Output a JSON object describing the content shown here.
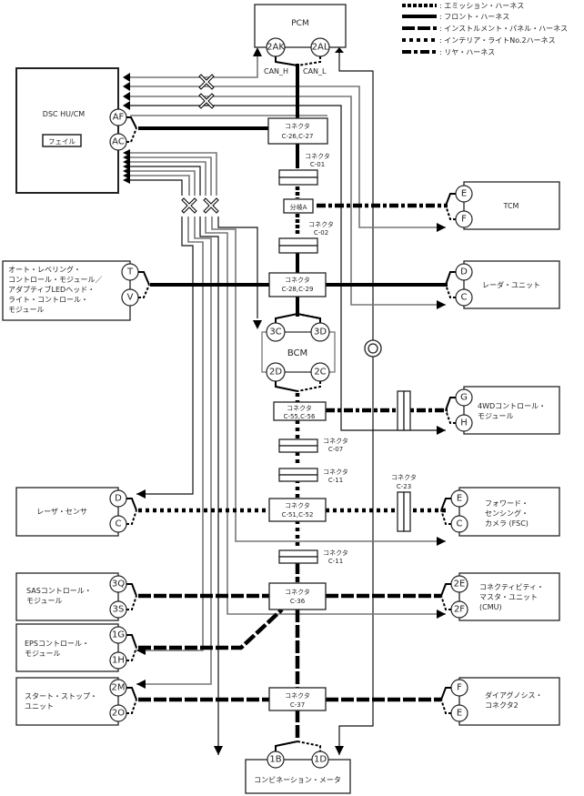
{
  "legend": [
    {
      "style": "emission",
      "label": ": エミッション・ハーネス"
    },
    {
      "style": "front",
      "label": ": フロント・ハーネス"
    },
    {
      "style": "instrument-panel",
      "label": ": インストルメント・パネル・ハーネス"
    },
    {
      "style": "interior-light",
      "label": ": インテリア・ライトNo.2ハーネス"
    },
    {
      "style": "rear",
      "label": ": リヤ・ハーネス"
    }
  ],
  "modules": {
    "pcm": {
      "name": "PCM",
      "pins": [
        "2AK",
        "2AL"
      ],
      "can_h": "CAN_H",
      "can_l": "CAN_L"
    },
    "dsc": {
      "name": "DSC HU/CM",
      "badge": "フェイル",
      "pins": [
        "AF",
        "AC"
      ]
    },
    "tcm": {
      "name": "TCM",
      "pins": [
        "E",
        "F"
      ]
    },
    "radar": {
      "name": "レーダ・ユニット",
      "pins": [
        "D",
        "C"
      ]
    },
    "leveling": {
      "lines": [
        "オート・レベリング・",
        "コントロール・モジュール／",
        "アダプティブLEDヘッド・",
        "ライト・コントロール・",
        "モジュール"
      ],
      "pins": [
        "T",
        "V"
      ]
    },
    "bcm": {
      "name": "BCM",
      "pins": [
        "3C",
        "3D",
        "2D",
        "2C"
      ]
    },
    "awd": {
      "lines": [
        "4WDコントロール・",
        "モジュール"
      ],
      "pins": [
        "G",
        "H"
      ]
    },
    "laser": {
      "name": "レーザ・センサ",
      "pins": [
        "D",
        "C"
      ]
    },
    "fsc": {
      "lines": [
        "フォワード・",
        "センシング・",
        "カメラ (FSC)"
      ],
      "pins": [
        "E",
        "C"
      ]
    },
    "sas": {
      "lines": [
        "SASコントロール・",
        "モジュール"
      ],
      "pins": [
        "3Q",
        "3S"
      ]
    },
    "cmu": {
      "lines": [
        "コネクティビティ・",
        "マスタ・ユニット",
        "(CMU)"
      ],
      "pins": [
        "2E",
        "2F"
      ]
    },
    "eps": {
      "lines": [
        "EPSコントロール・",
        "モジュール"
      ],
      "pins": [
        "1G",
        "1H"
      ]
    },
    "startstop": {
      "lines": [
        "スタート・ストップ・",
        "ユニット"
      ],
      "pins": [
        "2M",
        "2O"
      ]
    },
    "diag": {
      "lines": [
        "ダイアグノシス・",
        "コネクタ2"
      ],
      "pins": [
        "F",
        "E"
      ]
    },
    "meter": {
      "name": "コンビネーション・メータ",
      "pins": [
        "1B",
        "1D"
      ]
    }
  },
  "connectors": {
    "c25_27": {
      "title": "コネクタ",
      "code": "C-26,C-27"
    },
    "c01": {
      "title": "コネクタ",
      "code": "C-01"
    },
    "branchA": {
      "title": "分岐A"
    },
    "c02": {
      "title": "コネクタ",
      "code": "C-02"
    },
    "c28_29": {
      "title": "コネクタ",
      "code": "C-28,C-29"
    },
    "c55_56": {
      "title": "コネクタ",
      "code": "C-55,C-56"
    },
    "c07": {
      "title": "コネクタ",
      "code": "C-07"
    },
    "c11a": {
      "title": "コネクタ",
      "code": "C-11"
    },
    "c23": {
      "title": "コネクタ",
      "code": "C-23"
    },
    "c51_52": {
      "title": "コネクタ",
      "code": "C-51,C-52"
    },
    "c11b": {
      "title": "コネクタ",
      "code": "C-11"
    },
    "c36": {
      "title": "コネクタ",
      "code": "C-36"
    },
    "c37": {
      "title": "コネクタ",
      "code": "C-37"
    }
  }
}
